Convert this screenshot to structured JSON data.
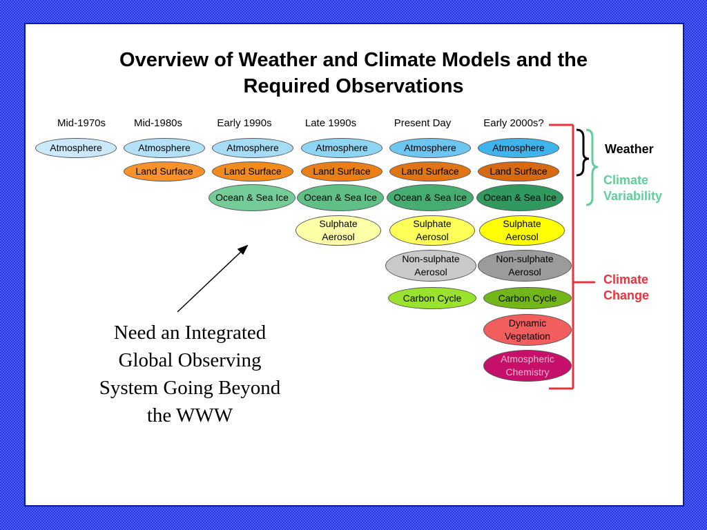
{
  "slide": {
    "title_line1": "Overview of Weather and Climate Models and the",
    "title_line2": "Required Observations"
  },
  "eras": [
    "Mid-1970s",
    "Mid-1980s",
    "Early 1990s",
    "Late 1990s",
    "Present Day",
    "Early 2000s?"
  ],
  "components": {
    "atmosphere": "Atmosphere",
    "land_surface": "Land Surface",
    "ocean_sea_ice": "Ocean & Sea Ice",
    "sulphate_line1": "Sulphate",
    "sulphate_line2": "Aerosol",
    "nonsulphate_line1": "Non-sulphate",
    "nonsulphate_line2": "Aerosol",
    "carbon_cycle": "Carbon Cycle",
    "dynamic_line1": "Dynamic",
    "dynamic_line2": "Vegetation",
    "chemistry_line1": "Atmospheric",
    "chemistry_line2": "Chemistry"
  },
  "brackets": {
    "weather": "Weather",
    "climate_variability_line1": "Climate",
    "climate_variability_line2": "Variability",
    "climate_change_line1": "Climate",
    "climate_change_line2": "Change"
  },
  "note": {
    "line1": "Need an Integrated",
    "line2": "Global Observing",
    "line3": "System Going Beyond",
    "line4": "the WWW"
  },
  "colors": {
    "border_blue": "#1b2fd6",
    "climate_variability": "#5fcf9a",
    "climate_change": "#e8333f",
    "atmosphere_light": "#cce9fb",
    "atmosphere_mid": "#a6dcf5",
    "atmosphere_strong": "#3fb3ec",
    "land_surface": "#f28a1c",
    "land_surface_dark": "#d56a12",
    "ocean": "#5fbf86",
    "ocean_dark": "#2f9960",
    "sulphate_light": "#ffffa8",
    "sulphate": "#ffff5a",
    "sulphate_strong": "#ffff00",
    "nonsulphate": "#c9c9c9",
    "nonsulphate_dark": "#9b9b9b",
    "carbon_light": "#9be22c",
    "carbon": "#73b619",
    "dynamic_vegetation": "#f25e5e",
    "atmospheric_chemistry": "#c7106a"
  }
}
